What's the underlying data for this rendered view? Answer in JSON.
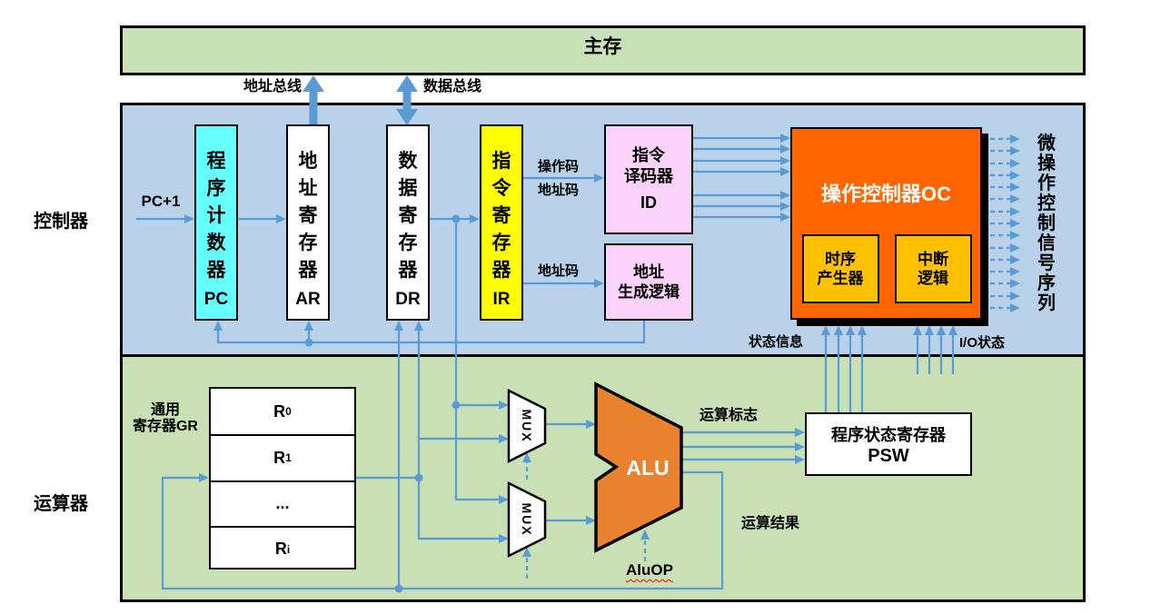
{
  "colors": {
    "line_blue": "#5B9BD5",
    "section_blue": "#B9D2EA",
    "section_green": "#C8E0B4",
    "pc_cyan": "#66FFFF",
    "ir_yellow": "#FFFF00",
    "decoder_pink": "#FAD2FA",
    "oc_orange": "#FF6600",
    "inner_amber": "#FFC000",
    "alu_orange": "#E8822F"
  },
  "main_memory": {
    "label": "主存"
  },
  "buses": {
    "address": "地址总线",
    "data": "数据总线"
  },
  "sections": {
    "controller": "控制器",
    "datapath": "运算器"
  },
  "registers": {
    "pc": {
      "name": "程序计数器",
      "abbr": "PC"
    },
    "ar": {
      "name": "地址寄存器",
      "abbr": "AR"
    },
    "dr": {
      "name": "数据寄存器",
      "abbr": "DR"
    },
    "ir": {
      "name": "指令寄存器",
      "abbr": "IR"
    }
  },
  "labels": {
    "pc_plus_one": "PC+1",
    "opcode": "操作码",
    "addr_code_top": "地址码",
    "addr_code_bottom": "地址码",
    "micro_ops": "微操作控制信号序列",
    "status_info": "状态信息",
    "io_status": "I/O状态",
    "alu_flags": "运算标志",
    "alu_result": "运算结果",
    "alu_op": "AluOP",
    "gr_line1": "通用",
    "gr_line2": "寄存器GR"
  },
  "decoder": {
    "line1": "指令",
    "line2": "译码器",
    "abbr": "ID"
  },
  "addr_gen": {
    "line1": "地址",
    "line2": "生成逻辑"
  },
  "oc": {
    "title": "操作控制器OC",
    "timing": {
      "line1": "时序",
      "line2": "产生器"
    },
    "interrupt": {
      "line1": "中断",
      "line2": "逻辑"
    }
  },
  "gr": {
    "rows": [
      {
        "base": "R",
        "sub": "0"
      },
      {
        "base": "R",
        "sub": "1"
      },
      {
        "base": "...",
        "sub": ""
      },
      {
        "base": "R",
        "sub": "i"
      }
    ]
  },
  "mux": {
    "label": "MUX"
  },
  "alu": {
    "label": "ALU"
  },
  "psw": {
    "line1": "程序状态寄存器",
    "abbr": "PSW"
  }
}
